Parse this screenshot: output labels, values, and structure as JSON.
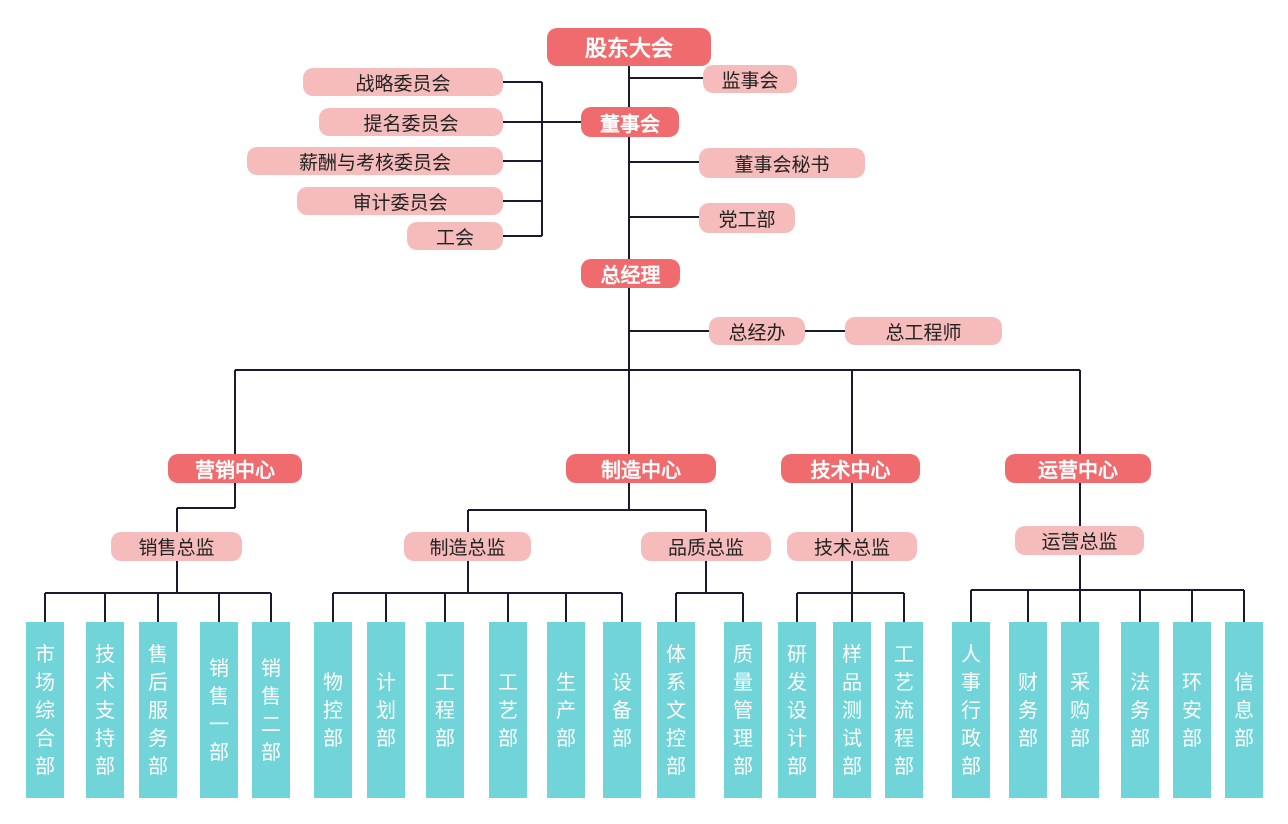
{
  "top": {
    "shareholders": "股东大会",
    "supervisors": "监事会",
    "board": "董事会",
    "board_secretary": "董事会秘书",
    "party": "党工部",
    "gm": "总经理",
    "gm_office": "总经办",
    "chief_engineer": "总工程师"
  },
  "committees": [
    "战略委员会",
    "提名委员会",
    "薪酬与考核委员会",
    "审计委员会",
    "工会"
  ],
  "centers": {
    "marketing": "营销中心",
    "manufacturing": "制造中心",
    "technology": "技术中心",
    "operations": "运营中心"
  },
  "directors": {
    "sales": "销售总监",
    "manufacturing": "制造总监",
    "quality": "品质总监",
    "tech": "技术总监",
    "ops": "运营总监"
  },
  "departments": {
    "sales": [
      "市场综合部",
      "技术支持部",
      "售后服务部",
      "销售一部",
      "销售二部"
    ],
    "manufacturing": [
      "物控部",
      "计划部",
      "工程部",
      "工艺部",
      "生产部",
      "设备部"
    ],
    "quality": [
      "体系文控部",
      "质量管理部"
    ],
    "tech": [
      "研发设计部",
      "样品测试部",
      "工艺流程部"
    ],
    "ops": [
      "人事行政部",
      "财务部",
      "采购部",
      "法务部",
      "环安部",
      "信息部"
    ]
  },
  "colors": {
    "primary": "#ef6b6e",
    "secondary": "#f6bcbc",
    "department": "#71d4d8",
    "line": "#1a1a2e"
  }
}
